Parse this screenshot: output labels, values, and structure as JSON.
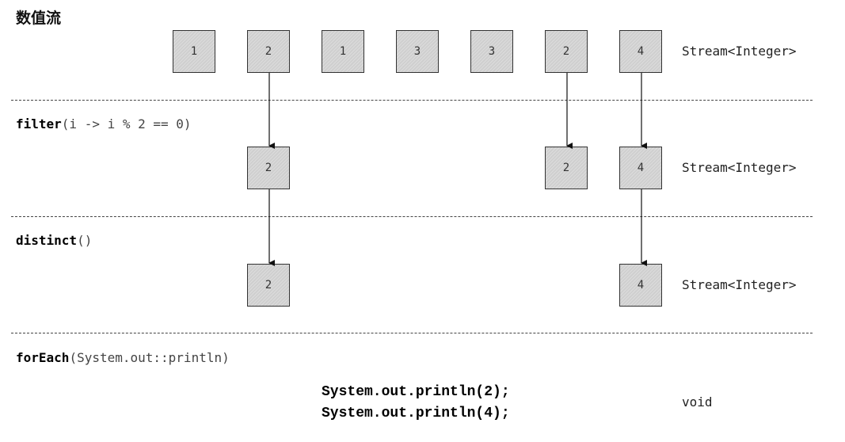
{
  "title": "数值流",
  "stages": [
    {
      "items": [
        "1",
        "2",
        "1",
        "3",
        "3",
        "2",
        "4"
      ],
      "type_label": "Stream<Integer>"
    },
    {
      "op_name": "filter",
      "op_args": "(i -> i % 2 == 0)",
      "items": [
        "2",
        "2",
        "4"
      ],
      "type_label": "Stream<Integer>"
    },
    {
      "op_name": "distinct",
      "op_args": "()",
      "items": [
        "2",
        "4"
      ],
      "type_label": "Stream<Integer>"
    },
    {
      "op_name": "forEach",
      "op_args": "(System.out::println)",
      "output_lines": [
        "System.out.println(2);",
        "System.out.println(4);"
      ],
      "type_label": "void"
    }
  ]
}
